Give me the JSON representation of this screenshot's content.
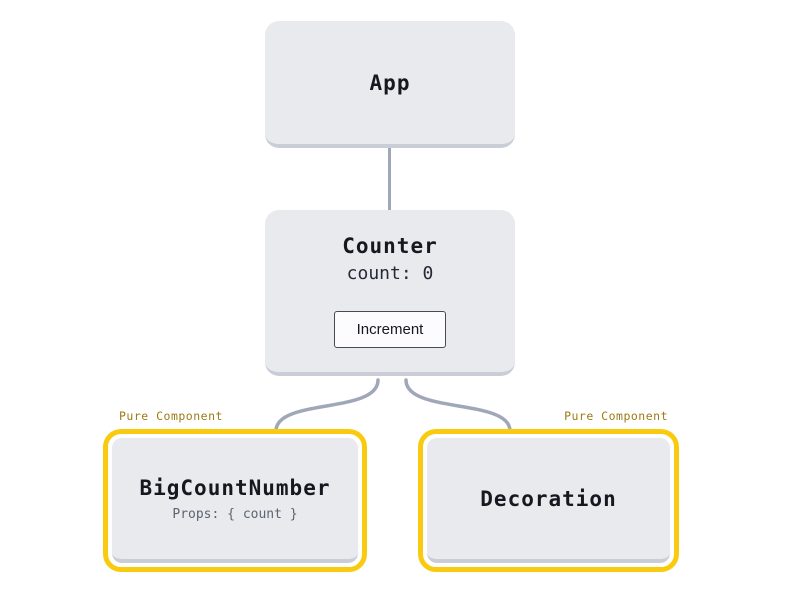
{
  "nodes": {
    "app": {
      "title": "App"
    },
    "counter": {
      "title": "Counter",
      "state": "count: 0",
      "button_label": "Increment"
    },
    "big_count_number": {
      "title": "BigCountNumber",
      "props": "Props: { count }",
      "badge": "Pure Component"
    },
    "decoration": {
      "title": "Decoration",
      "badge": "Pure Component"
    }
  },
  "colors": {
    "node_fill": "#e8eaee",
    "node_edge": "#c9cdd6",
    "connector": "#9fa7b8",
    "pure_outline": "#f9cb10",
    "pure_label": "#9d7a15",
    "title_text": "#16181f",
    "state_text": "#242a35",
    "muted_text": "#5c6373"
  }
}
